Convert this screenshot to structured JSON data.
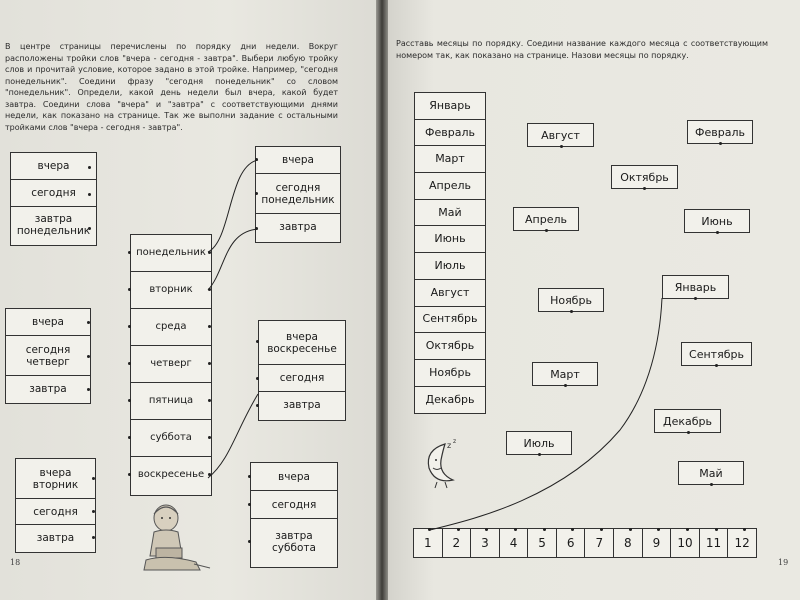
{
  "left_page": {
    "instruction": "В центре страницы перечислены по порядку дни недели. Вокруг расположены тройки слов \"вчера - сегодня - завтра\". Выбери любую тройку слов и прочитай условие, которое задано в этой тройке. Например, \"сегодня понедельник\". Соедини фразу \"сегодня понедельник\" со словом \"понедельник\". Определи, какой день недели был вчера, какой будет завтра. Соедини слова \"вчера\" и \"завтра\" с соответствующими днями недели, как показано на странице. Так же выполни задание с остальными тройками слов \"вчера - сегодня - завтра\".",
    "page_number": "18",
    "days": [
      "понедельник",
      "вторник",
      "среда",
      "четверг",
      "пятница",
      "суббота",
      "воскресенье"
    ],
    "triple_1": [
      "вчера",
      "сегодня",
      "завтра\nпонедельник"
    ],
    "triple_2": [
      "вчера",
      "сегодня\nпонедельник",
      "завтра"
    ],
    "triple_3": [
      "вчера",
      "сегодня\nчетверг",
      "завтра"
    ],
    "triple_4": [
      "вчера\nвоскресенье",
      "сегодня",
      "завтра"
    ],
    "triple_5": [
      "вчера\nвторник",
      "сегодня",
      "завтра"
    ],
    "triple_6": [
      "вчера",
      "сегодня",
      "завтра\nсуббота"
    ]
  },
  "right_page": {
    "instruction": "Расставь месяцы по порядку. Соедини название каждого месяца с соответствующим номером так, как показано на странице. Назови месяцы по порядку.",
    "page_number": "19",
    "month_list": [
      "Январь",
      "Февраль",
      "Март",
      "Апрель",
      "Май",
      "Июнь",
      "Июль",
      "Август",
      "Сентябрь",
      "Октябрь",
      "Ноябрь",
      "Декабрь"
    ],
    "scattered": {
      "avgust": "Август",
      "fevral": "Февраль",
      "oktyabr": "Октябрь",
      "aprel": "Апрель",
      "iyun": "Июнь",
      "yanvar": "Январь",
      "noyabr": "Ноябрь",
      "sentyabr": "Сентябрь",
      "mart": "Март",
      "dekabr": "Декабрь",
      "iyul": "Июль",
      "may": "Май"
    },
    "numbers": [
      "1",
      "2",
      "3",
      "4",
      "5",
      "6",
      "7",
      "8",
      "9",
      "10",
      "11",
      "12"
    ]
  }
}
